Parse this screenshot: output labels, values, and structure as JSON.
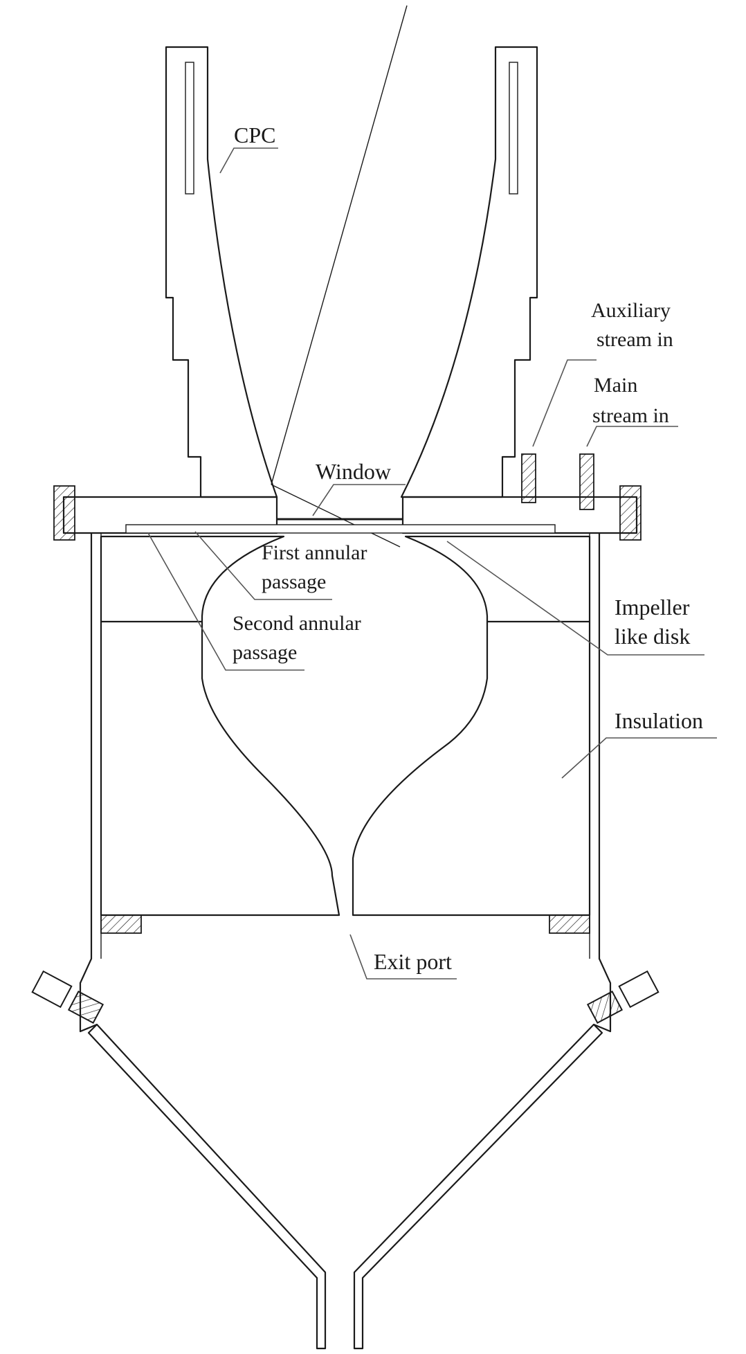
{
  "labels": {
    "cpc": "CPC",
    "auxiliary_line1": "Auxiliary",
    "auxiliary_line2": "stream in",
    "main_line1": "Main",
    "main_line2": "stream in",
    "window": "Window",
    "first_line1": "First annular",
    "first_line2": "passage",
    "second_line1": "Second annular",
    "second_line2": "passage",
    "impeller_line1": "Impeller",
    "impeller_line2": "like disk",
    "insulation": "Insulation",
    "exit": "Exit port"
  },
  "colors": {
    "ink": "#1a1a1a",
    "leader": "#555555",
    "background": "#ffffff"
  }
}
